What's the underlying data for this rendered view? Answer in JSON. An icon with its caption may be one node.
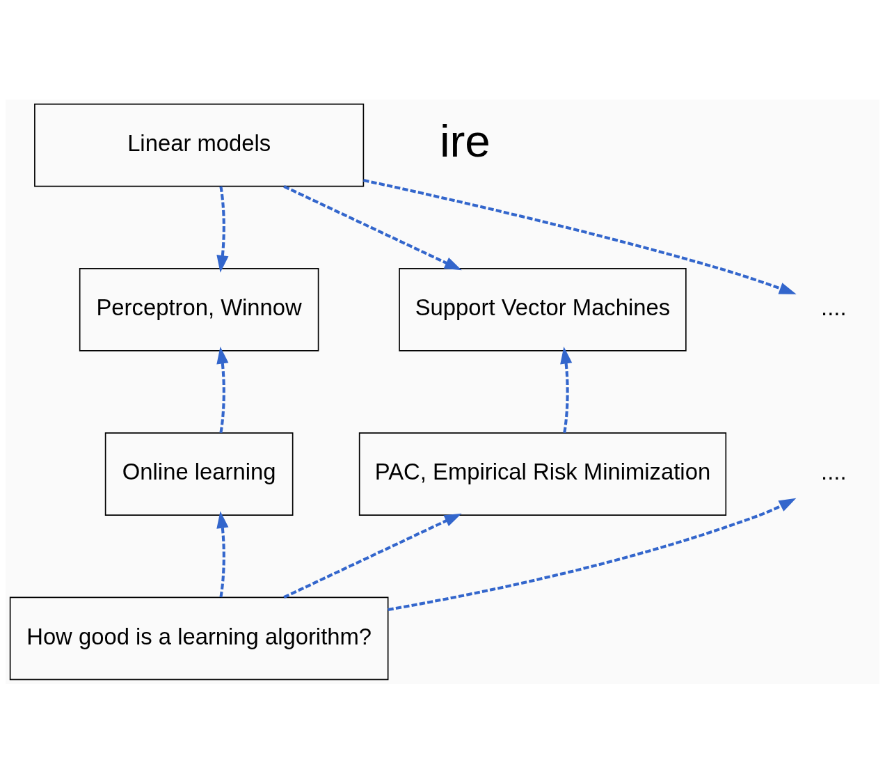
{
  "diagram": {
    "nodes": [
      {
        "text": [
          "Linear models"
        ]
      },
      {
        "text": [
          "Perceptron, Winnow"
        ]
      },
      {
        "text": [
          "Support Vector Machines"
        ]
      },
      {
        "text": [
          "...."
        ]
      },
      {
        "text": [
          "Online learning"
        ]
      },
      {
        "text": [
          "PAC, Empirical Risk Minimization"
        ]
      },
      {
        "text": [
          "...."
        ]
      },
      {
        "text": [
          "How good is a learning algorithm?"
        ]
      }
    ],
    "edges": [
      {
        "from": 0,
        "to": 1,
        "arrow": "to",
        "style": "dashed"
      },
      {
        "from": 0,
        "to": 2,
        "arrow": "to",
        "style": "dashed"
      },
      {
        "from": 0,
        "to": 3,
        "arrow": "to",
        "style": "dashed"
      },
      {
        "from": 4,
        "to": 1,
        "arrow": "to",
        "style": "dashed"
      },
      {
        "from": 5,
        "to": 2,
        "arrow": "to",
        "style": "dashed"
      },
      {
        "from": 7,
        "to": 4,
        "arrow": "to",
        "style": "dashed"
      },
      {
        "from": 7,
        "to": 5,
        "arrow": "to",
        "style": "dashed"
      },
      {
        "from": 7,
        "to": 6,
        "arrow": "to",
        "style": "dashed"
      }
    ],
    "labels": [
      "ire"
    ]
  }
}
